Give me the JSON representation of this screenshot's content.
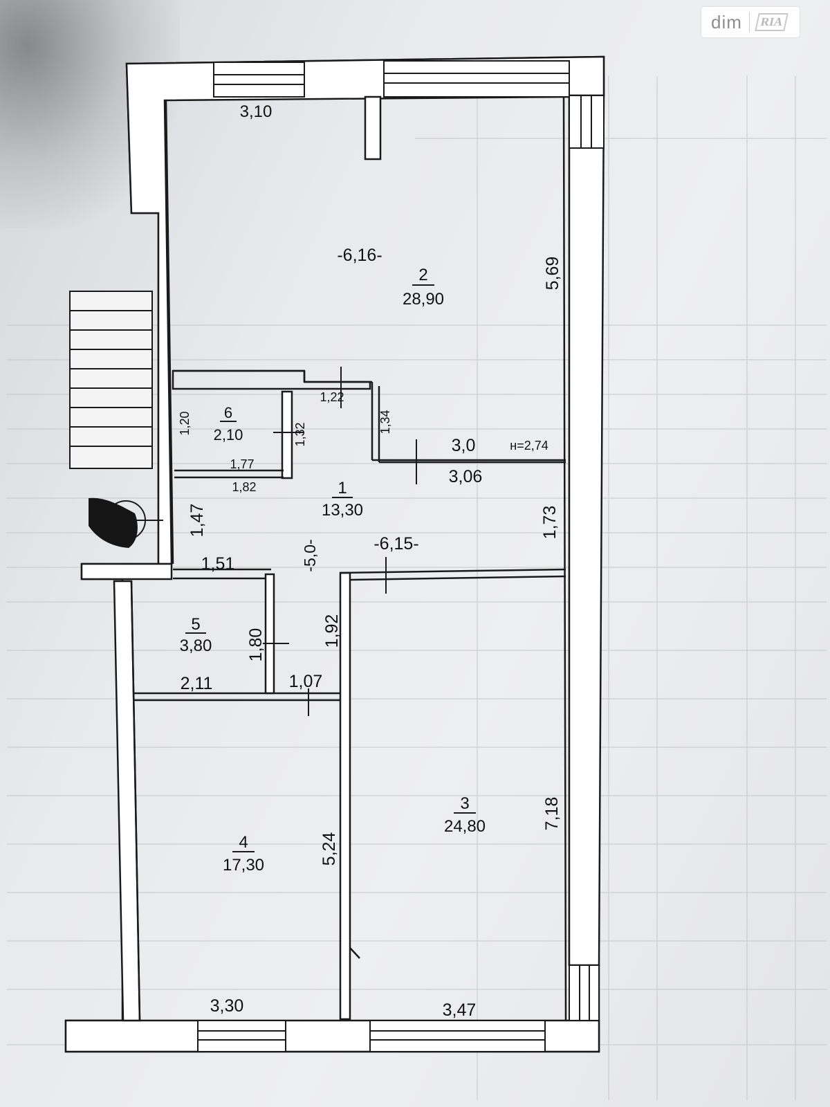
{
  "watermark": {
    "brand": "dim",
    "partner": "RIA"
  },
  "ceiling_height": "н=2,74",
  "rooms": [
    {
      "number": "1",
      "area": "13,30"
    },
    {
      "number": "2",
      "area": "28,90"
    },
    {
      "number": "3",
      "area": "24,80"
    },
    {
      "number": "4",
      "area": "17,30"
    },
    {
      "number": "5",
      "area": "3,80"
    },
    {
      "number": "6",
      "area": "2,10"
    }
  ],
  "dimensions": [
    "3,10",
    "-6,16-",
    "5,69",
    "1,22",
    "1,34",
    "1,20",
    "1,32",
    "1,77",
    "1,82",
    "3,0",
    "3,06",
    "1,47",
    "1,73",
    "-5,0-",
    "-6,15-",
    "1,51",
    "1,80",
    "1,92",
    "2,11",
    "1,07",
    "5,24",
    "7,18",
    "3,30",
    "3,47"
  ],
  "colors": {
    "line": "#1a1a1a",
    "wall_fill": "#ffffff",
    "background": "#e9eaec"
  }
}
